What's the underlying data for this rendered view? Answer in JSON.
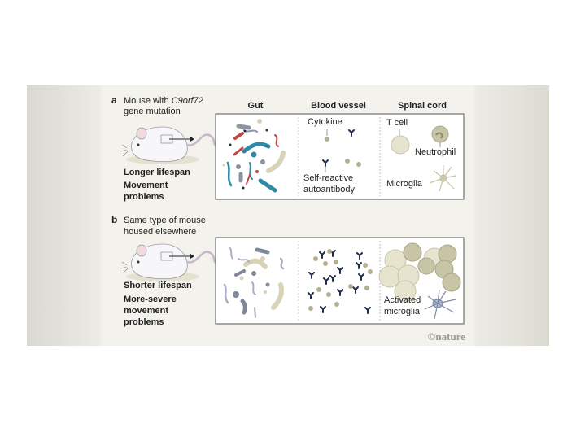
{
  "panel_a": {
    "letter": "a",
    "title_prefix": "Mouse with ",
    "title_gene": "C9orf72",
    "title_line2": "gene mutation",
    "outcome_1": "Longer lifespan",
    "outcome_2_line1": "Movement",
    "outcome_2_line2": "problems",
    "labels": {
      "cytokine": "Cytokine",
      "autoantibody_line1": "Self-reactive",
      "autoantibody_line2": "autoantibody",
      "t_cell": "T cell",
      "neutrophil": "Neutrophil",
      "microglia": "Microglia"
    }
  },
  "columns": {
    "gut": "Gut",
    "blood_vessel": "Blood vessel",
    "spinal_cord": "Spinal cord"
  },
  "panel_b": {
    "letter": "b",
    "title_line1": "Same type of mouse",
    "title_line2": "housed elsewhere",
    "outcome_1": "Shorter lifespan",
    "outcome_2_line1": "More-severe",
    "outcome_2_line2": "movement",
    "outcome_2_line3": "problems",
    "labels": {
      "activated_line1": "Activated",
      "activated_line2": "microglia"
    }
  },
  "credit": "©nature",
  "colors": {
    "panel_bg": "#f3f2ec",
    "teal": "#2e8aa6",
    "red": "#c0473e",
    "slate": "#7f8898",
    "khaki": "#d8d3b6",
    "navy": "#1f2d4a"
  }
}
